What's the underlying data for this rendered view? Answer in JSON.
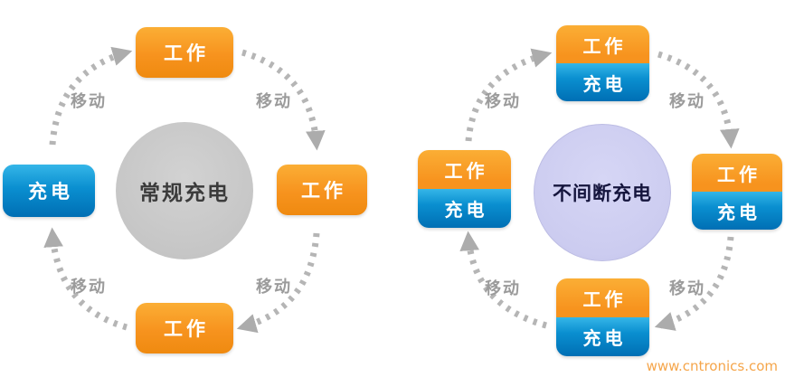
{
  "left_diagram": {
    "center_label": "常规充电",
    "nodes": {
      "top": "工作",
      "right": "工作",
      "bottom": "工作",
      "left": "充电"
    },
    "moves": {
      "top_left": "移动",
      "top_right": "移动",
      "bottom_right": "移动",
      "bottom_left": "移动"
    }
  },
  "right_diagram": {
    "center_label": "不间断充电",
    "nodes": {
      "top": {
        "work": "工作",
        "charge": "充电"
      },
      "right": {
        "work": "工作",
        "charge": "充电"
      },
      "bottom": {
        "work": "工作",
        "charge": "充电"
      },
      "left": {
        "work": "工作",
        "charge": "充电"
      }
    },
    "moves": {
      "top_left": "移动",
      "top_right": "移动",
      "bottom_right": "移动",
      "bottom_left": "移动"
    }
  },
  "watermark": "www.cntronics.com",
  "colors": {
    "work_orange": "#f7931e",
    "charge_blue": "#0a8fd0",
    "regular_circle_gray": "#c6c6c6",
    "uninterrupted_circle_purple": "#ccccf0",
    "arrow_gray": "#b5b5b5",
    "move_label_gray": "#9b9b9b",
    "watermark_orange": "#f5a54a"
  }
}
